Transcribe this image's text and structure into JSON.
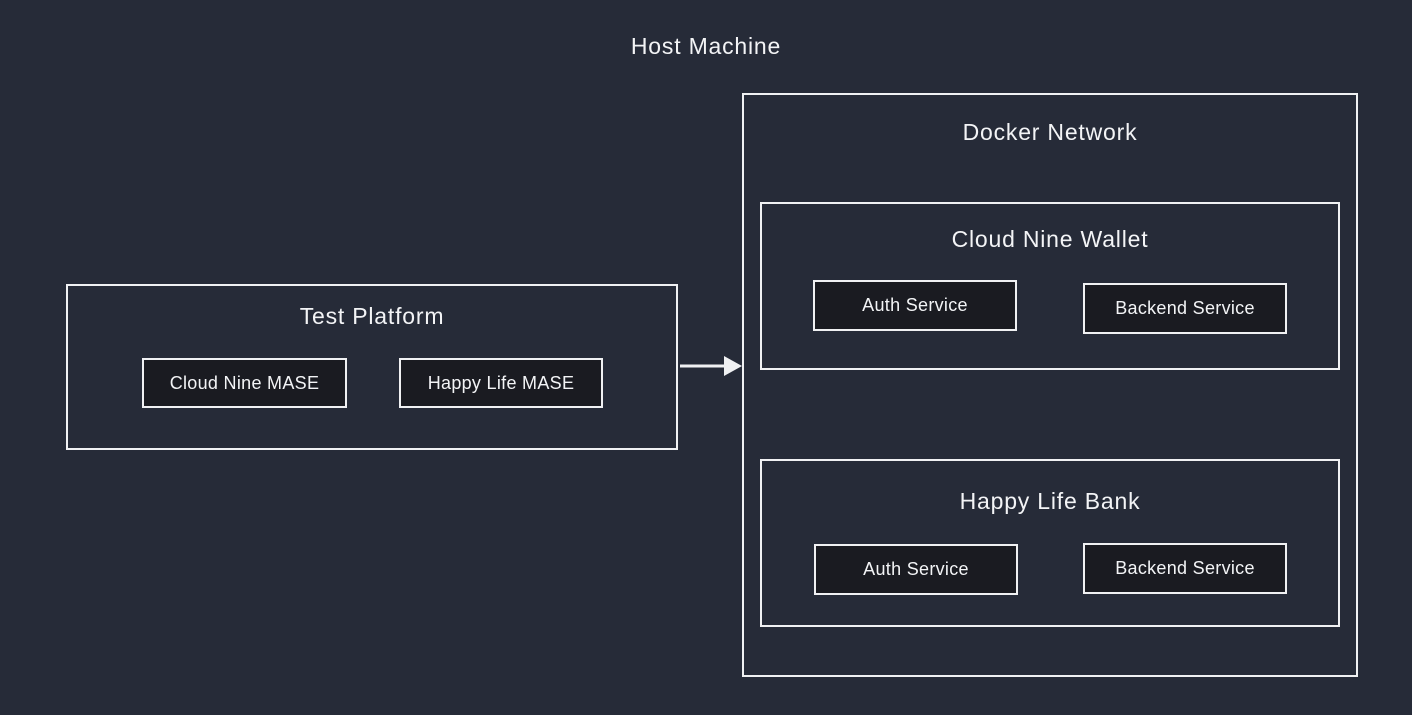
{
  "theme": {
    "bg": "#262b38",
    "line": "#f0f1f3",
    "text": "#f3f4f6",
    "service_bg": "#1a1b21"
  },
  "host": {
    "title": "Host Machine"
  },
  "test_platform": {
    "title": "Test Platform",
    "services": [
      {
        "label": "Cloud Nine MASE"
      },
      {
        "label": "Happy Life MASE"
      }
    ]
  },
  "connector": {
    "type": "arrow",
    "direction": "left-to-right"
  },
  "docker_network": {
    "title": "Docker Network",
    "groups": [
      {
        "title": "Cloud Nine Wallet",
        "services": [
          {
            "label": "Auth Service"
          },
          {
            "label": "Backend Service"
          }
        ]
      },
      {
        "title": "Happy Life Bank",
        "services": [
          {
            "label": "Auth Service"
          },
          {
            "label": "Backend Service"
          }
        ]
      }
    ]
  }
}
